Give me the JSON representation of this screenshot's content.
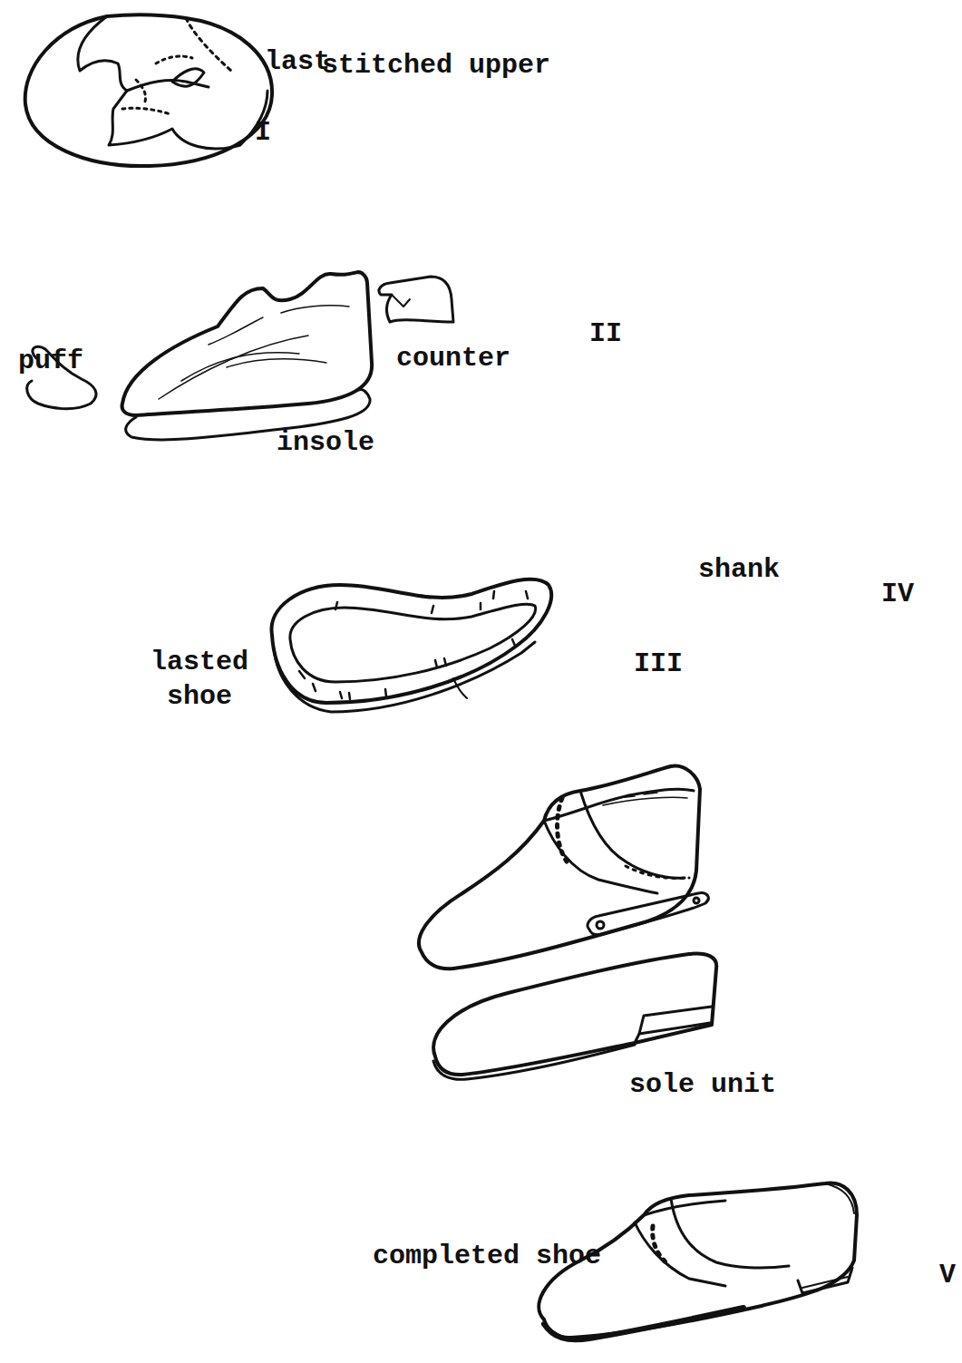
{
  "diagram": {
    "labels": [
      "stitched upper",
      "I",
      "last",
      "puff",
      "counter",
      "II",
      "insole",
      "lasted shoe",
      "III",
      "shank",
      "IV",
      "sole unit",
      "completed shoe",
      "V"
    ]
  }
}
